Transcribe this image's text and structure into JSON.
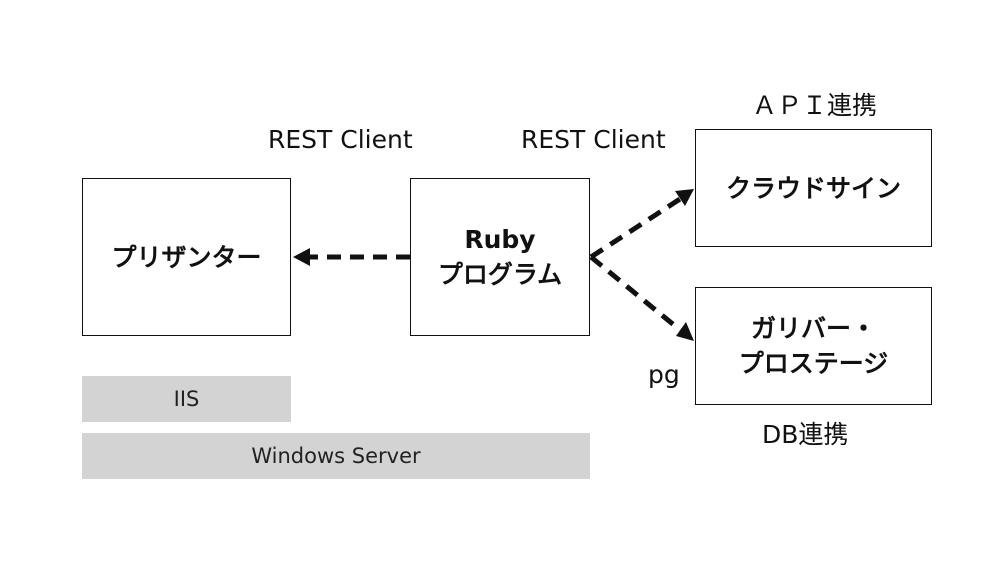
{
  "nodes": {
    "printer": {
      "label": "プリザンター"
    },
    "ruby": {
      "line1": "Ruby",
      "line2": "プログラム"
    },
    "cloudsign": {
      "label": "クラウドサイン"
    },
    "gulliver": {
      "line1": "ガリバー・",
      "line2": "プロステージ"
    }
  },
  "edge_labels": {
    "rest_client_left": "REST Client",
    "rest_client_right": "REST Client",
    "api_link": "ＡＰＩ連携",
    "pg": "pg",
    "db_link": "DB連携"
  },
  "platform": {
    "iis": "IIS",
    "windows_server": "Windows Server"
  },
  "colors": {
    "line": "#111111",
    "platform_bar": "#d3d3d3"
  }
}
